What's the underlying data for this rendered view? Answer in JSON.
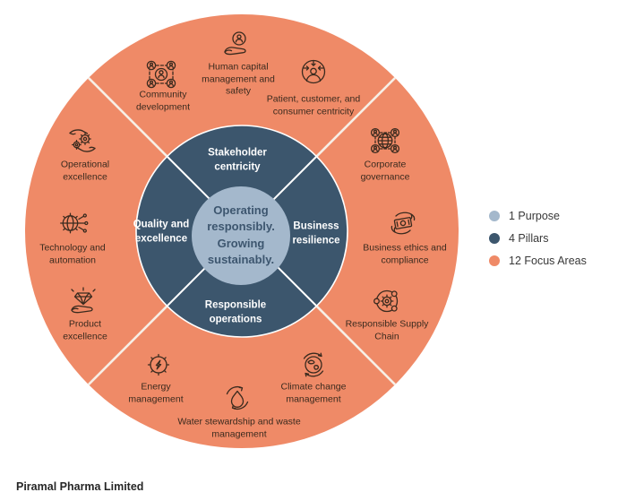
{
  "purpose": {
    "text": "Operating responsibly. Growing sustainably."
  },
  "pillars": [
    {
      "label": "Stakeholder centricity"
    },
    {
      "label": "Business resilience"
    },
    {
      "label": "Responsible operations"
    },
    {
      "label": "Quality and excellence"
    }
  ],
  "focus_areas": [
    {
      "label": "Community development",
      "icon": "people-network-icon"
    },
    {
      "label": "Human capital management and safety",
      "icon": "hand-holding-person-icon"
    },
    {
      "label": "Patient, customer, and consumer centricity",
      "icon": "person-inward-arrows-icon"
    },
    {
      "label": "Corporate governance",
      "icon": "globe-people-icon"
    },
    {
      "label": "Business ethics and compliance",
      "icon": "hands-money-icon"
    },
    {
      "label": "Responsible Supply Chain",
      "icon": "gear-network-icon"
    },
    {
      "label": "Climate change management",
      "icon": "globe-cycle-arrows-icon"
    },
    {
      "label": "Water stewardship and waste management",
      "icon": "water-drop-cycle-icon"
    },
    {
      "label": "Energy management",
      "icon": "gear-lightning-icon"
    },
    {
      "label": "Product excellence",
      "icon": "hand-holding-diamond-icon"
    },
    {
      "label": "Technology and automation",
      "icon": "gear-circuit-icon"
    },
    {
      "label": "Operational excellence",
      "icon": "hands-gears-icon"
    }
  ],
  "legend": {
    "items": [
      {
        "label": "1 Purpose",
        "color": "#A4B8CC"
      },
      {
        "label": "4 Pillars",
        "color": "#3C566D"
      },
      {
        "label": "12 Focus Areas",
        "color": "#EF8A67"
      }
    ]
  },
  "footer": {
    "text": "Piramal Pharma Limited"
  },
  "colors": {
    "purpose": "#A4B8CC",
    "pillars": "#3C566D",
    "focus_areas": "#EF8A67",
    "divider_outer": "#F7EFE6",
    "divider_inner": "#FFFFFF",
    "icon_stroke": "#3A2A1E"
  }
}
